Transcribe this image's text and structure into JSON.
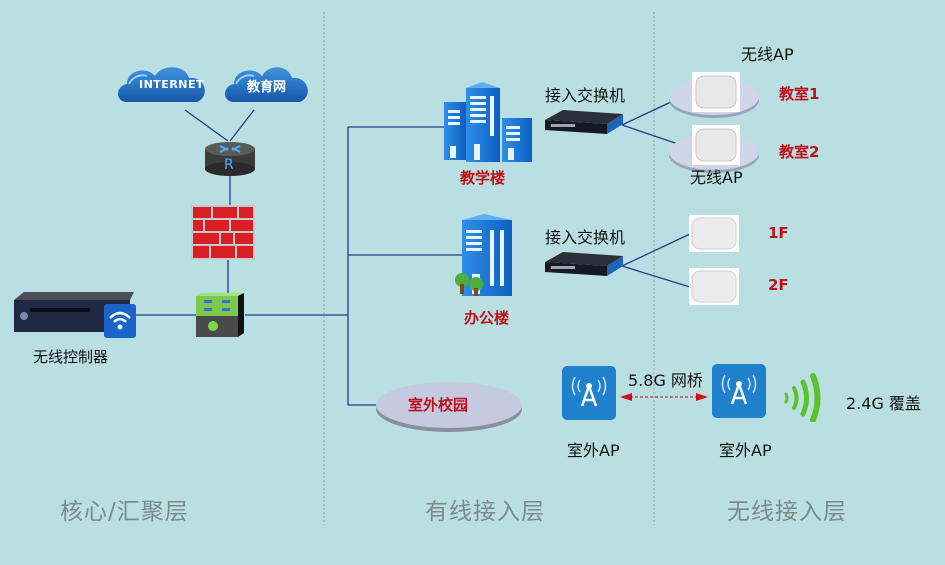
{
  "layers": {
    "core": "核心/汇聚层",
    "wired": "有线接入层",
    "wireless": "无线接入层"
  },
  "core": {
    "internet": "INTERNET",
    "edu_net": "教育网",
    "router_letter": "R",
    "controller": "无线控制器"
  },
  "wired": {
    "teaching_building": "教学楼",
    "office_building": "办公楼",
    "outdoor_campus": "室外校园",
    "access_switch_1": "接入交换机",
    "access_switch_2": "接入交换机"
  },
  "wireless": {
    "ap_title_top": "无线AP",
    "ap_title_bottom": "无线AP",
    "classroom_1": "教室1",
    "classroom_2": "教室2",
    "floor_1": "1F",
    "floor_2": "2F",
    "bridge": "5.8G 网桥",
    "outdoor_ap_1": "室外AP",
    "outdoor_ap_2": "室外AP",
    "coverage": "2.4G 覆盖"
  },
  "colors": {
    "background": "#b9dfe3",
    "link": "#1f3f8a",
    "label_red": "#c0101a",
    "layer_text": "#7c8a8c"
  }
}
